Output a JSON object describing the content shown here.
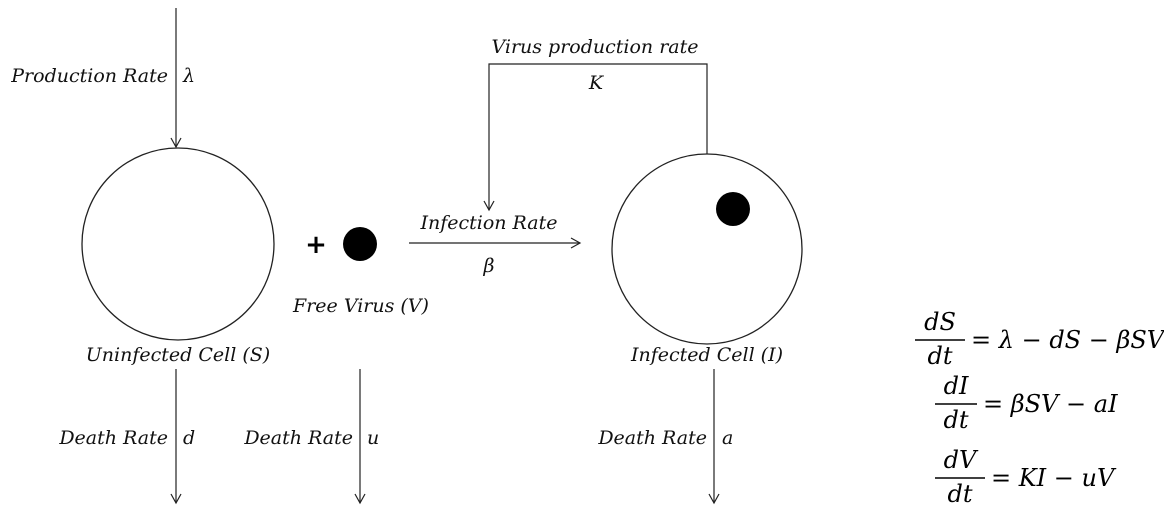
{
  "labels": {
    "production_rate": "Production Rate",
    "production_symbol": "λ",
    "virus_production_rate": "Virus production rate",
    "virus_production_symbol": "K",
    "infection_rate": "Infection Rate",
    "infection_symbol": "β",
    "plus_sign": "+",
    "free_virus": "Free Virus (V)",
    "uninfected_cell": "Uninfected Cell (S)",
    "infected_cell": "Infected Cell (I)",
    "death_rate": "Death Rate",
    "death_symbol_d": "d",
    "death_symbol_u": "u",
    "death_symbol_a": "a"
  },
  "equations": [
    {
      "numerator": "dS",
      "denominator": "dt",
      "rhs": "= λ − dS − βSV"
    },
    {
      "numerator": "dI",
      "denominator": "dt",
      "rhs": "= βSV − aI"
    },
    {
      "numerator": "dV",
      "denominator": "dt",
      "rhs": "= KI − uV"
    }
  ]
}
